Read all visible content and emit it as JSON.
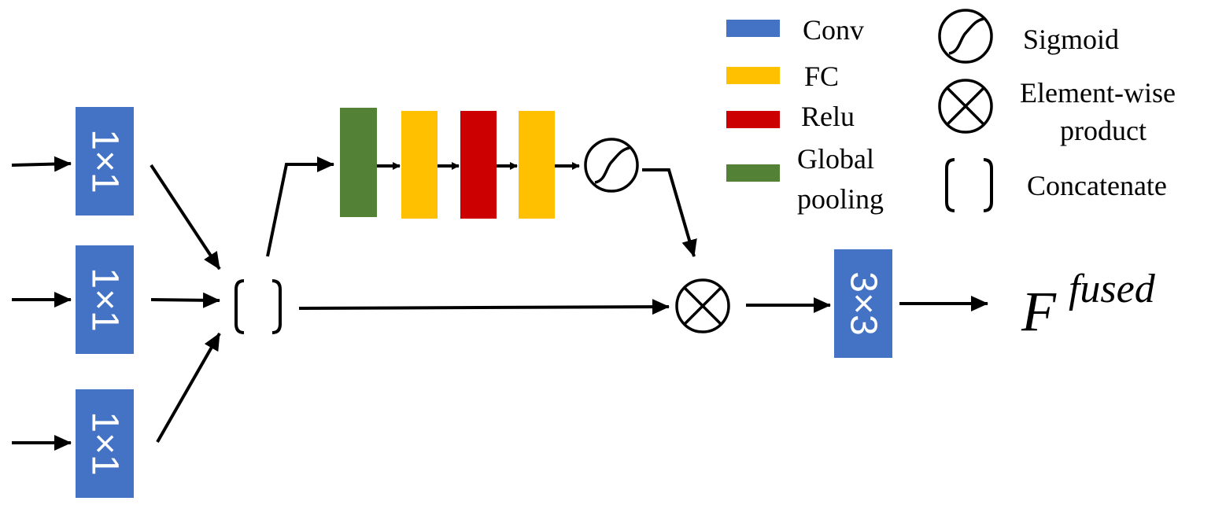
{
  "colors": {
    "conv": "#4472C4",
    "fc": "#FFC000",
    "relu": "#CC0000",
    "global_pooling": "#538135",
    "stroke": "#000000",
    "label_text": "#ffffff"
  },
  "legend": {
    "conv": "Conv",
    "fc": "FC",
    "relu": "Relu",
    "global_pooling_line1": "Global",
    "global_pooling_line2": "pooling",
    "sigmoid": "Sigmoid",
    "element_wise_line1": "Element-wise",
    "element_wise_line2": "product",
    "concatenate": "Concatenate"
  },
  "blocks": {
    "conv_top": "1×1",
    "conv_middle": "1×1",
    "conv_bottom": "1×1",
    "conv_final": "3×3"
  },
  "output": {
    "base": "F",
    "superscript": "fused"
  }
}
